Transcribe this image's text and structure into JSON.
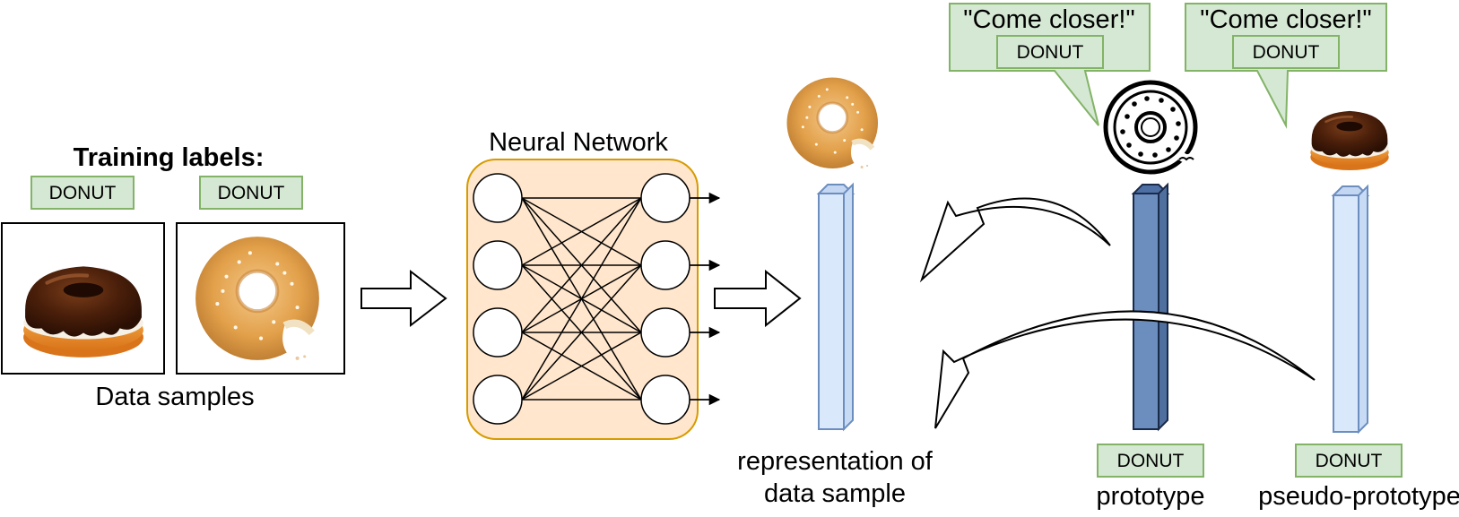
{
  "training": {
    "heading": "Training labels:",
    "labels": [
      "DONUT",
      "DONUT"
    ],
    "caption": "Data samples"
  },
  "network": {
    "title": "Neural Network",
    "layers": [
      4,
      4
    ]
  },
  "representation": {
    "caption_line1": "representation of",
    "caption_line2": "data sample"
  },
  "prototype": {
    "speech": "\"Come closer!\"",
    "speech_label": "DONUT",
    "label": "DONUT",
    "caption": "prototype"
  },
  "pseudo_prototype": {
    "speech": "\"Come closer!\"",
    "speech_label": "DONUT",
    "label": "DONUT",
    "caption": "pseudo-prototype"
  },
  "colors": {
    "label_fill": "#d5e8d4",
    "label_stroke": "#82b366",
    "network_fill": "#ffe6cc",
    "network_stroke": "#d79b00",
    "bar_light_fill": "#dae8fc",
    "bar_light_stroke": "#6c8ebf",
    "bar_dark_fill": "#6c8ebf",
    "bar_dark_stroke": "#1a2a4a"
  },
  "icons": {
    "chocolate_donut": "chocolate-donut-icon",
    "sugar_donut": "sugar-donut-icon",
    "outline_donut": "outline-donut-icon"
  }
}
